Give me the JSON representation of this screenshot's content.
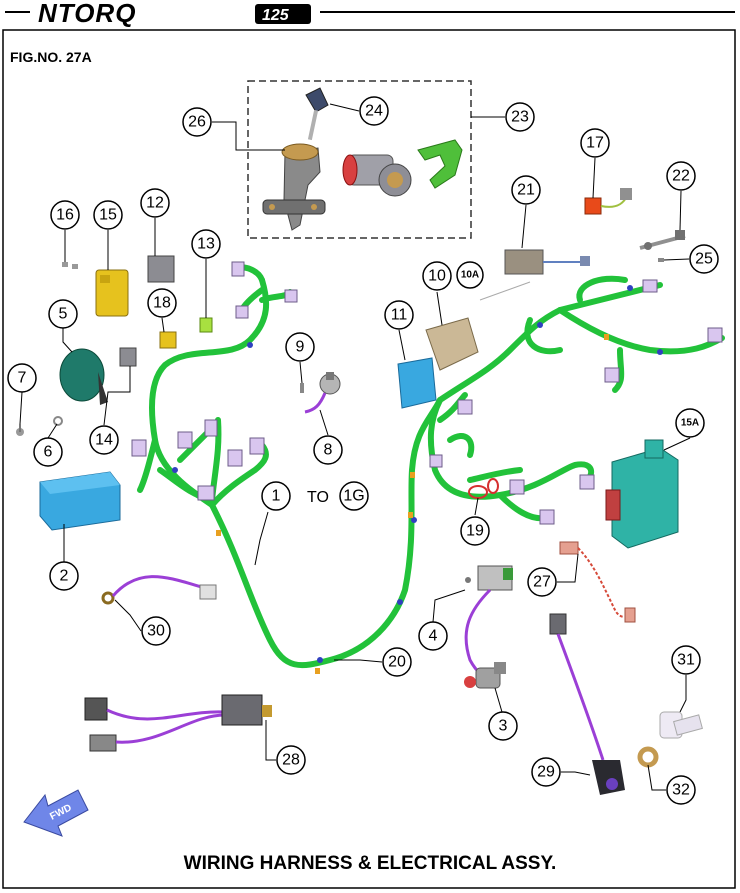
{
  "brand": {
    "logo_text": "NTORQ",
    "logo_suffix": "125"
  },
  "figure": {
    "number_label": "FIG.NO. 27A",
    "title": "WIRING HARNESS & ELECTRICAL ASSY.",
    "cross_reference": "TO",
    "direction_label": "FWD"
  },
  "callouts": {
    "c1": "1",
    "c1G": "1G",
    "c2": "2",
    "c3": "3",
    "c4": "4",
    "c5": "5",
    "c6": "6",
    "c7": "7",
    "c8": "8",
    "c9": "9",
    "c10": "10",
    "c10A": "10A",
    "c11": "11",
    "c12": "12",
    "c13": "13",
    "c14": "14",
    "c15": "15",
    "c15A": "15A",
    "c16": "16",
    "c17": "17",
    "c18": "18",
    "c19": "19",
    "c20": "20",
    "c21": "21",
    "c22": "22",
    "c23": "23",
    "c24": "24",
    "c25": "25",
    "c26": "26",
    "c27": "27",
    "c28": "28",
    "c29": "29",
    "c30": "30",
    "c31": "31",
    "c32": "32"
  },
  "colors": {
    "harness_green": "#22c23a",
    "wire_purple": "#9b3fd6",
    "battery_blue": "#39a8e0",
    "ecu_teal": "#2fb3a6",
    "horn_teal": "#1f7a6a",
    "yellow_part": "#e6c21e",
    "lime_part": "#a8e040",
    "beige_part": "#cbb896",
    "grey_part": "#8c8c8c",
    "red_wire": "#d64a3a",
    "fwd_arrow": "#6f86e8"
  }
}
